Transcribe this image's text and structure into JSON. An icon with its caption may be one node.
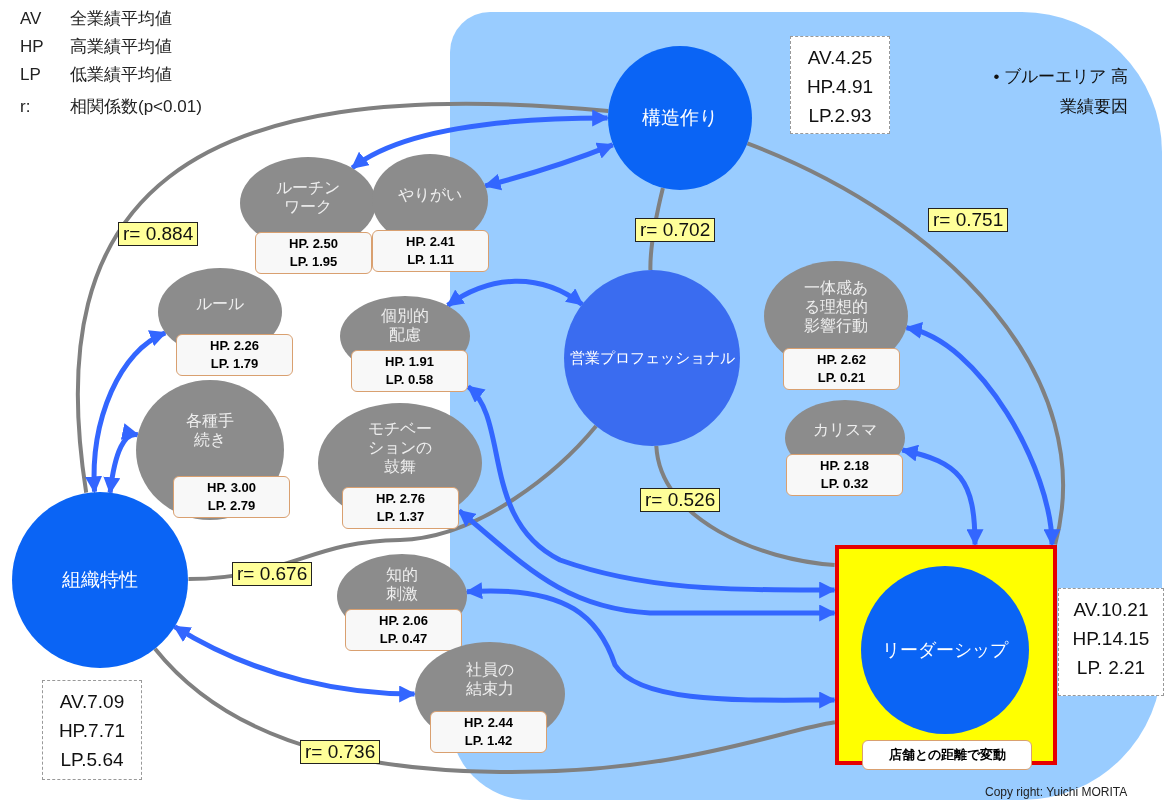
{
  "diagram": {
    "nodes": [
      {
        "text": [
          "• ブルーエリア 高業績要因"
        ]
      },
      {
        "text": [
          "構造作り"
        ],
        "in": 0,
        "beside": [
          "AV.4.25",
          "HP.4.91",
          "LP.2.93"
        ]
      },
      {
        "text": [
          "営業プロフェッショナル"
        ],
        "in": 0
      },
      {
        "text": [
          "組織特性"
        ],
        "beside": [
          "AV.7.09",
          "HP.7.71",
          "LP.5.64"
        ]
      },
      {
        "text": [
          "店舗との距離で変動"
        ],
        "in": 0,
        "beside": [
          "AV.10.21",
          "HP.14.15",
          "LP. 2.21"
        ]
      },
      {
        "text": [
          "リーダーシップ"
        ],
        "in": 4
      },
      {
        "text": [
          "ルーチンワーク",
          "HP. 2.50",
          "LP. 1.95"
        ]
      },
      {
        "text": [
          "やりがい",
          "HP. 2.41",
          "LP. 1.11"
        ]
      },
      {
        "text": [
          "ルール",
          "HP. 2.26",
          "LP. 1.79"
        ]
      },
      {
        "text": [
          "個別的配慮",
          "HP. 1.91",
          "LP. 0.58"
        ]
      },
      {
        "text": [
          "一体感ある理想的影響行動",
          "HP. 2.62",
          "LP. 0.21"
        ],
        "in": 0
      },
      {
        "text": [
          "各種手続き",
          "HP. 3.00",
          "LP. 2.79"
        ]
      },
      {
        "text": [
          "モチベーションの鼓舞",
          "HP. 2.76",
          "LP. 1.37"
        ]
      },
      {
        "text": [
          "カリスマ",
          "HP. 2.18",
          "LP. 0.32"
        ],
        "in": 0
      },
      {
        "text": [
          "知的刺激",
          "HP. 2.06",
          "LP. 0.47"
        ]
      },
      {
        "text": [
          "社員の結束力",
          "HP. 2.44",
          "LP. 1.42"
        ]
      }
    ],
    "edges": [
      {
        "from": 3,
        "to": 1,
        "arrow": "none",
        "label": "r= 0.884",
        "color": "#808080"
      },
      {
        "from": 1,
        "to": 2,
        "arrow": "none",
        "label": "r= 0.702",
        "color": "#808080"
      },
      {
        "from": 1,
        "to": 4,
        "arrow": "none",
        "label": "r= 0.751",
        "color": "#808080"
      },
      {
        "from": 2,
        "to": 4,
        "arrow": "none",
        "label": "r= 0.526",
        "color": "#808080"
      },
      {
        "from": 3,
        "to": 2,
        "arrow": "none",
        "label": "r= 0.676",
        "color": "#808080"
      },
      {
        "from": 3,
        "to": 4,
        "arrow": "none",
        "label": "r= 0.736",
        "color": "#808080"
      },
      {
        "from": 1,
        "to": 6,
        "arrow": "both"
      },
      {
        "from": 1,
        "to": 7,
        "arrow": "both"
      },
      {
        "from": 2,
        "to": 9,
        "arrow": "both"
      },
      {
        "from": 3,
        "to": 8,
        "arrow": "both"
      },
      {
        "from": 3,
        "to": 11,
        "arrow": "both"
      },
      {
        "from": 3,
        "to": 15,
        "arrow": "both"
      },
      {
        "from": 10,
        "to": 4,
        "arrow": "both"
      },
      {
        "from": 13,
        "to": 4,
        "arrow": "both"
      },
      {
        "from": 9,
        "to": 4,
        "arrow": "both"
      },
      {
        "from": 12,
        "to": 4,
        "arrow": "both"
      },
      {
        "from": 14,
        "to": 4,
        "arrow": "both"
      }
    ],
    "labels": [
      "AV",
      "全業績平均値",
      "HP",
      "高業績平均値",
      "LP",
      "低業績平均値",
      "r:",
      "相関係数(p<0.01)",
      "Copy right: Yuichi MORITA"
    ]
  }
}
